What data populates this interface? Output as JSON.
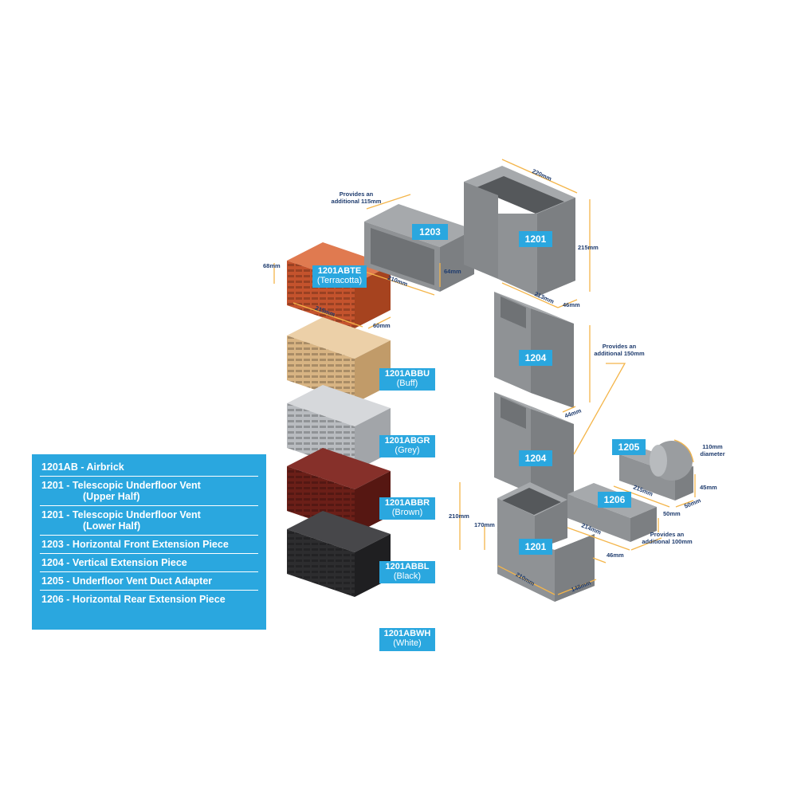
{
  "colors": {
    "accent": "#2aa7df",
    "dimension_text": "#1f3c6e",
    "dimension_line": "#f4b54a",
    "duct_grey": "#8f9295",
    "terracotta": "#c4532d",
    "buff": "#d8b483",
    "grey_brick": "#b9bcc0",
    "brown": "#6b1f18",
    "black": "#2d2d2f"
  },
  "tags": {
    "t1203": "1203",
    "t1201_top": "1201",
    "t1204_a": "1204",
    "t1204_b": "1204",
    "t1205": "1205",
    "t1206": "1206",
    "t1201_bottom": "1201",
    "abte": {
      "code": "1201ABTE",
      "colour": "(Terracotta)"
    },
    "abbu": {
      "code": "1201ABBU",
      "colour": "(Buff)"
    },
    "abgr": {
      "code": "1201ABGR",
      "colour": "(Grey)"
    },
    "abbr": {
      "code": "1201ABBR",
      "colour": "(Brown)"
    },
    "abbl": {
      "code": "1201ABBL",
      "colour": "(Black)"
    },
    "abwh": {
      "code": "1201ABWH",
      "colour": "(White)"
    }
  },
  "dims": {
    "d68": "68mm",
    "d215a": "215mm",
    "d60": "60mm",
    "d_prov115_1": "Provides an",
    "d_prov115_2": "additional 115mm",
    "d210a": "210mm",
    "d64": "64mm",
    "d220": "220mm",
    "d215b": "215mm",
    "d213": "213mm",
    "d46a": "46mm",
    "d_prov150_1": "Provides an",
    "d_prov150_2": "additional 150mm",
    "d44": "44mm",
    "d110_1": "110mm",
    "d110_2": "diameter",
    "d215c": "215mm",
    "d45": "45mm",
    "d50a": "50mm",
    "d50b": "50mm",
    "d214": "214mm",
    "d_prov100_1": "Provides an",
    "d_prov100_2": "additional 100mm",
    "d210b": "210mm",
    "d170": "170mm",
    "d46b": "46mm",
    "d210c": "210mm",
    "d148": "148mm"
  },
  "legend": [
    {
      "line1": "1201AB - Airbrick",
      "line2": ""
    },
    {
      "line1": "1201 - Telescopic Underfloor Vent",
      "line2": "(Upper Half)"
    },
    {
      "line1": "1201 - Telescopic Underfloor Vent",
      "line2": "(Lower Half)"
    },
    {
      "line1": "1203 - Horizontal Front Extension Piece",
      "line2": ""
    },
    {
      "line1": "1204 - Vertical Extension Piece",
      "line2": ""
    },
    {
      "line1": "1205 - Underfloor Vent Duct Adapter",
      "line2": ""
    },
    {
      "line1": "1206 - Horizontal Rear Extension Piece",
      "line2": ""
    }
  ]
}
